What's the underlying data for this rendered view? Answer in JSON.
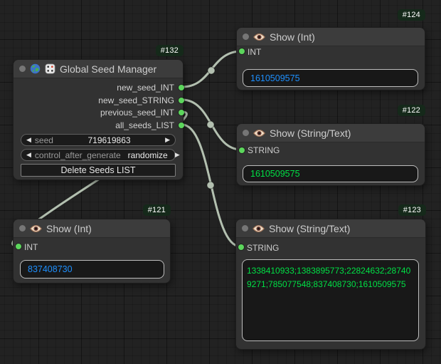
{
  "colors": {
    "link": "#b3c0b0",
    "port": "#5cd65c",
    "int_value": "#1e90ff",
    "string_value": "#00e045",
    "badge_bg": "#15291a",
    "badge_text": "#ffffff"
  },
  "icons": {
    "left_arrow": "◀",
    "right_arrow": "▶"
  },
  "nodes": {
    "seed_manager": {
      "badge": "#132",
      "title": "Global Seed Manager",
      "outputs": [
        "new_seed_INT",
        "new_seed_STRING",
        "previous_seed_INT",
        "all_seeds_LIST"
      ],
      "widgets": [
        {
          "label": "seed",
          "value": "719619863"
        },
        {
          "label": "control_after_generate",
          "value": "randomize"
        }
      ],
      "button_label": "Delete Seeds LIST"
    },
    "show_int_124": {
      "badge": "#124",
      "title": "Show (Int)",
      "input": "INT",
      "value": "1610509575"
    },
    "show_string_122": {
      "badge": "#122",
      "title": "Show (String/Text)",
      "input": "STRING",
      "value": "1610509575"
    },
    "show_int_121": {
      "badge": "#121",
      "title": "Show (Int)",
      "input": "INT",
      "value": "837408730"
    },
    "show_string_123": {
      "badge": "#123",
      "title": "Show (String/Text)",
      "input": "STRING",
      "value": "1338410933;1383895773;22824632;287409271;785077548;837408730;1610509575"
    }
  }
}
